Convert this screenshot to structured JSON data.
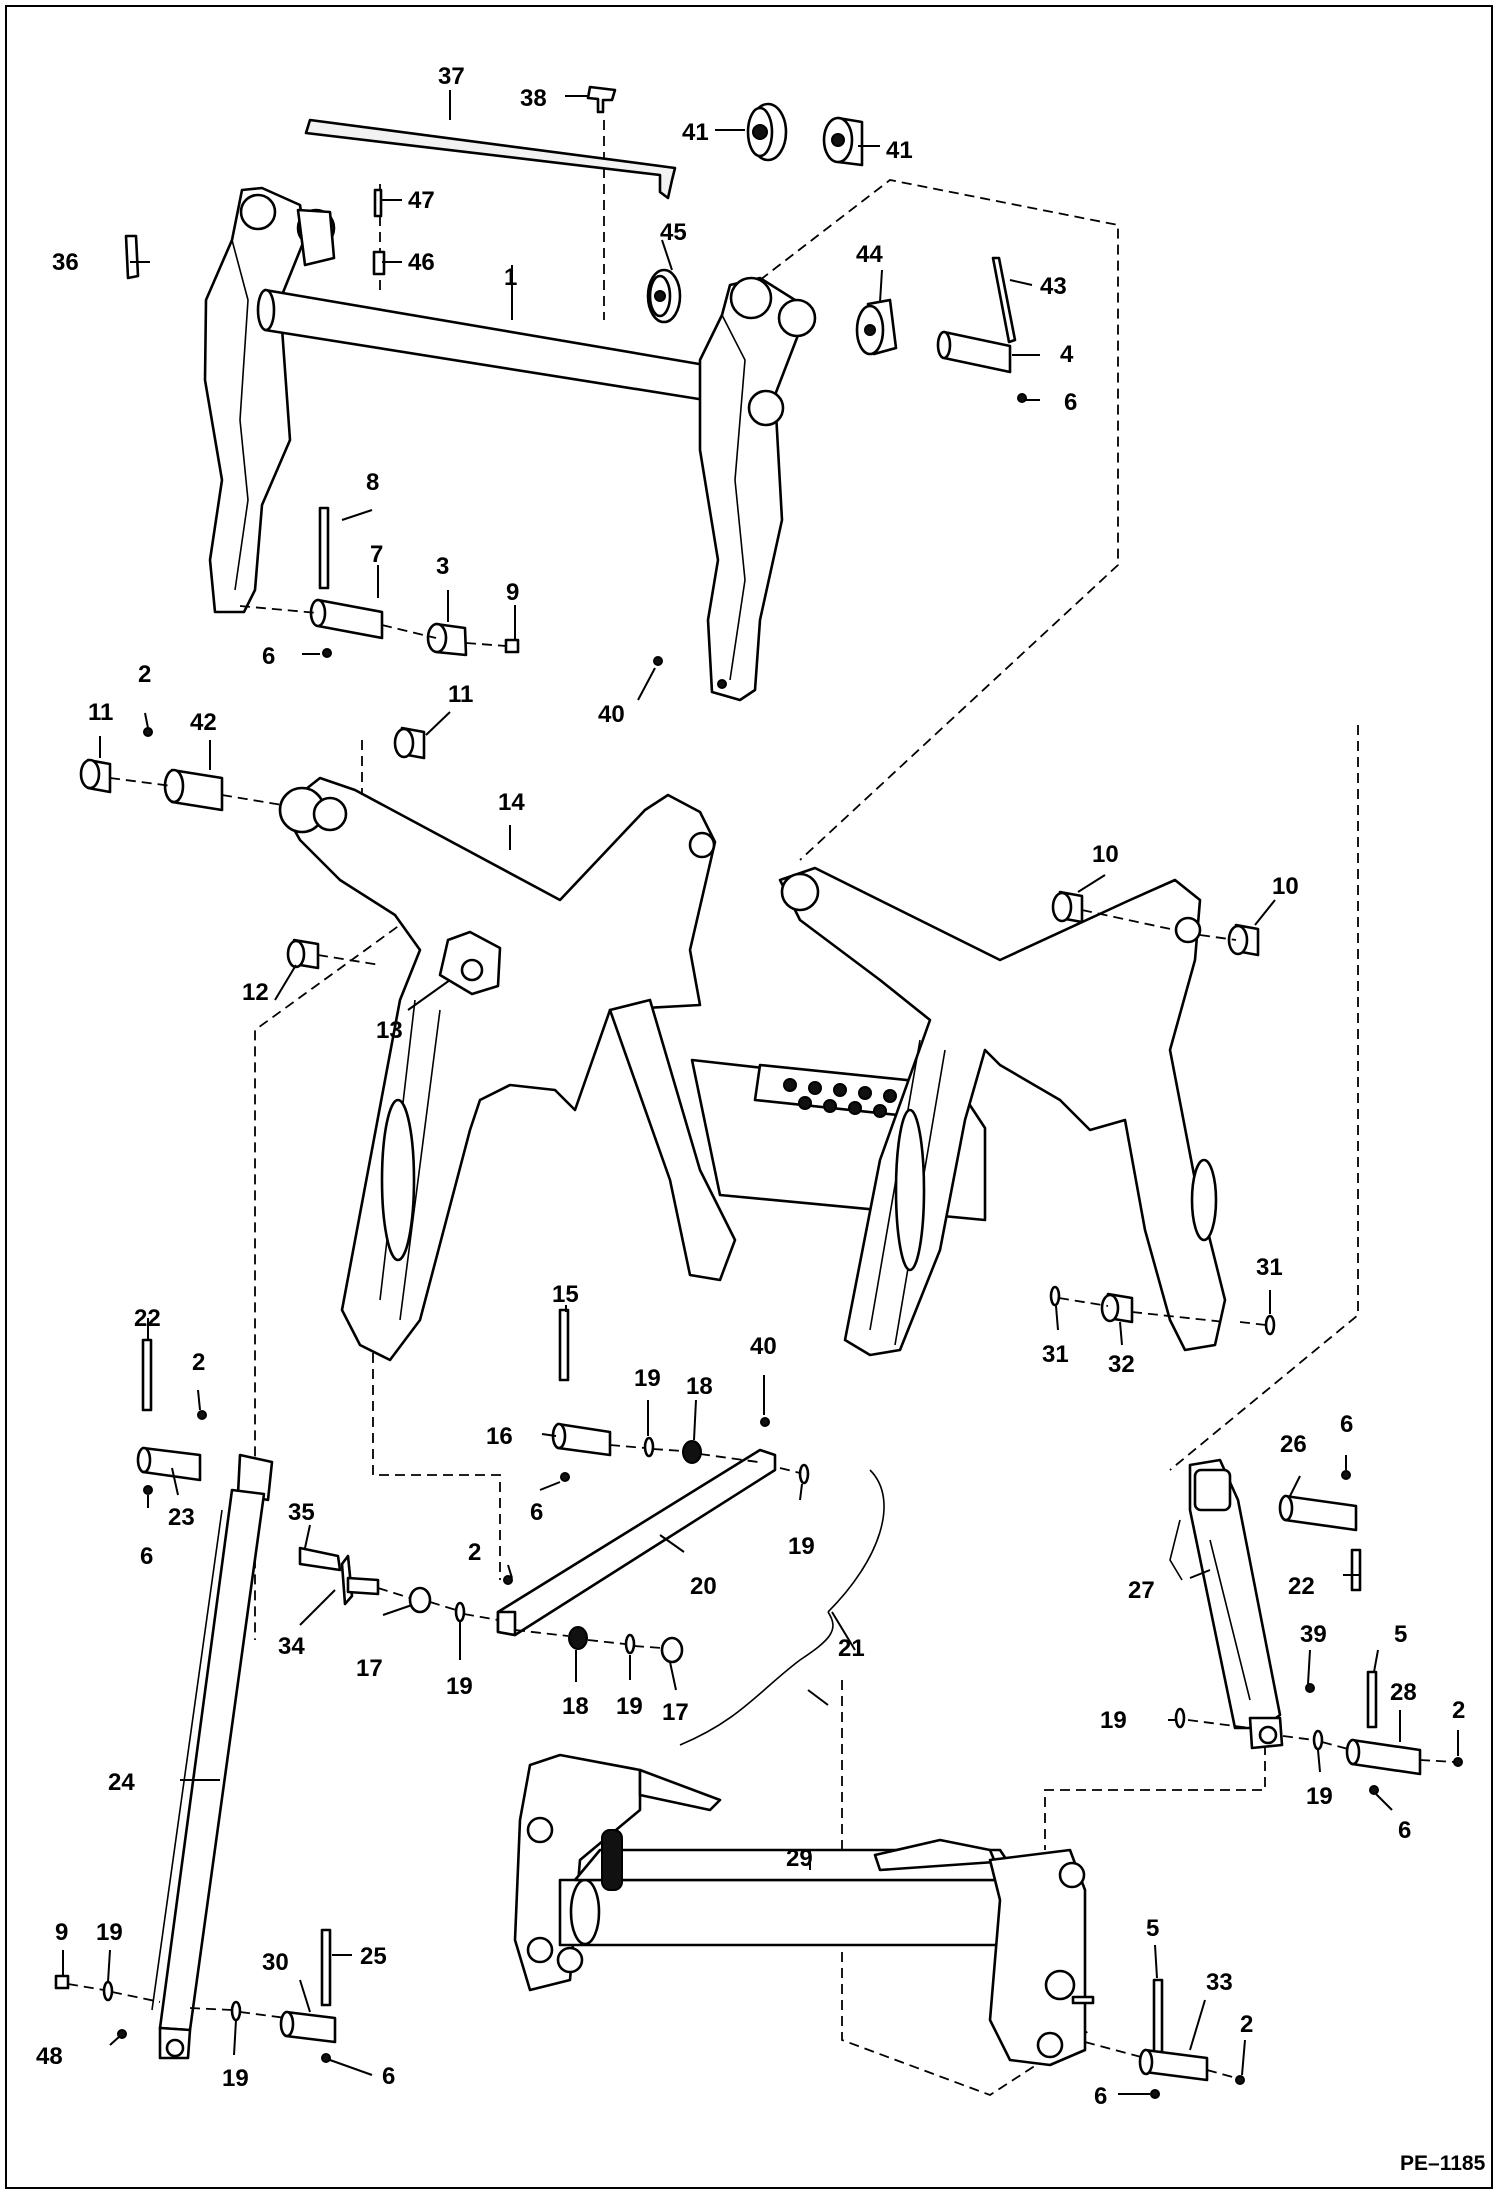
{
  "drawing_code": "PE–1185",
  "callouts": {
    "c1": "1",
    "c2a": "2",
    "c2b": "2",
    "c2c": "2",
    "c2d": "2",
    "c2e": "2",
    "c3": "3",
    "c4": "4",
    "c5a": "5",
    "c5b": "5",
    "c6a": "6",
    "c6b": "6",
    "c6c": "6",
    "c6d": "6",
    "c6e": "6",
    "c6f": "6",
    "c6g": "6",
    "c6h": "6",
    "c7": "7",
    "c8": "8",
    "c9a": "9",
    "c9b": "9",
    "c10a": "10",
    "c10b": "10",
    "c11a": "11",
    "c11b": "11",
    "c12": "12",
    "c13": "13",
    "c14": "14",
    "c15": "15",
    "c16": "16",
    "c17a": "17",
    "c17b": "17",
    "c18a": "18",
    "c18b": "18",
    "c19a": "19",
    "c19b": "19",
    "c19c": "19",
    "c19d": "19",
    "c19e": "19",
    "c19f": "19",
    "c19g": "19",
    "c20": "20",
    "c21": "21",
    "c22a": "22",
    "c22b": "22",
    "c23": "23",
    "c24": "24",
    "c25": "25",
    "c26": "26",
    "c27": "27",
    "c28": "28",
    "c29": "29",
    "c30": "30",
    "c31a": "31",
    "c31b": "31",
    "c32": "32",
    "c33": "33",
    "c34": "34",
    "c35": "35",
    "c36": "36",
    "c37": "37",
    "c38": "38",
    "c39": "39",
    "c40a": "40",
    "c40b": "40",
    "c41a": "41",
    "c41b": "41",
    "c42": "42",
    "c43": "43",
    "c44": "44",
    "c45": "45",
    "c46": "46",
    "c47": "47",
    "c48": "48"
  }
}
